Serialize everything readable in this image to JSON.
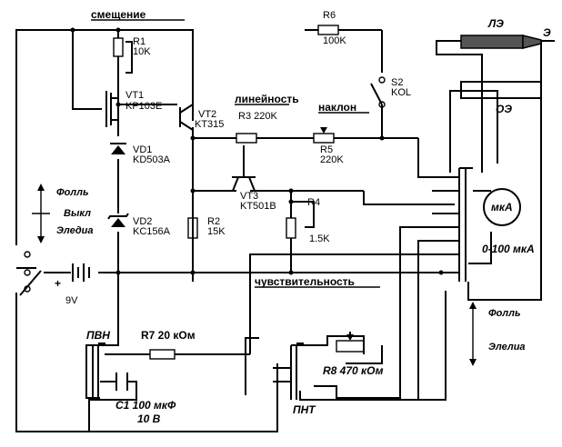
{
  "labels": {
    "bias": "смещение",
    "linearity": "линейность",
    "slope": "наклон",
    "sensitivity": "чувствительность",
    "foil_left": "Фолль",
    "off": "Выкл",
    "eledia_left": "Эледиа",
    "foil_right": "Фолль",
    "eledia_right": "Элелиа",
    "voltage": "9V",
    "plus_sign": "+"
  },
  "components": {
    "r1_name": "R1",
    "r1_value": "10K",
    "vt1_name": "VT1",
    "vt1_type": "KP103E",
    "vt2_name": "VT2",
    "vt2_type": "KT315",
    "vd1_name": "VD1",
    "vd1_type": "KD503A",
    "vd2_name": "VD2",
    "vd2_type": "KC156A",
    "r2_name": "R2",
    "r2_value": "15K",
    "r3": "R3 220K",
    "r4_name": "R4",
    "r4_value": "1.5K",
    "r5_name": "R5",
    "r5_value": "220K",
    "r6_name": "R6",
    "r6_value": "100K",
    "s2_name": "S2",
    "s2_label": "KOL",
    "vt3_name": "VT3",
    "vt3_type": "KT501B",
    "r7": "R7 20 кОм",
    "r8": "R8 470 кОм",
    "c1": "C1 100 мкФ",
    "c1_voltage": "10 В",
    "pvn": "ПВН",
    "pnt": "ПНТ",
    "le": "ЛЭ",
    "e": "Э",
    "oe": "ОЭ",
    "meter": "мкА",
    "meter_range": "0-100 мкА"
  }
}
